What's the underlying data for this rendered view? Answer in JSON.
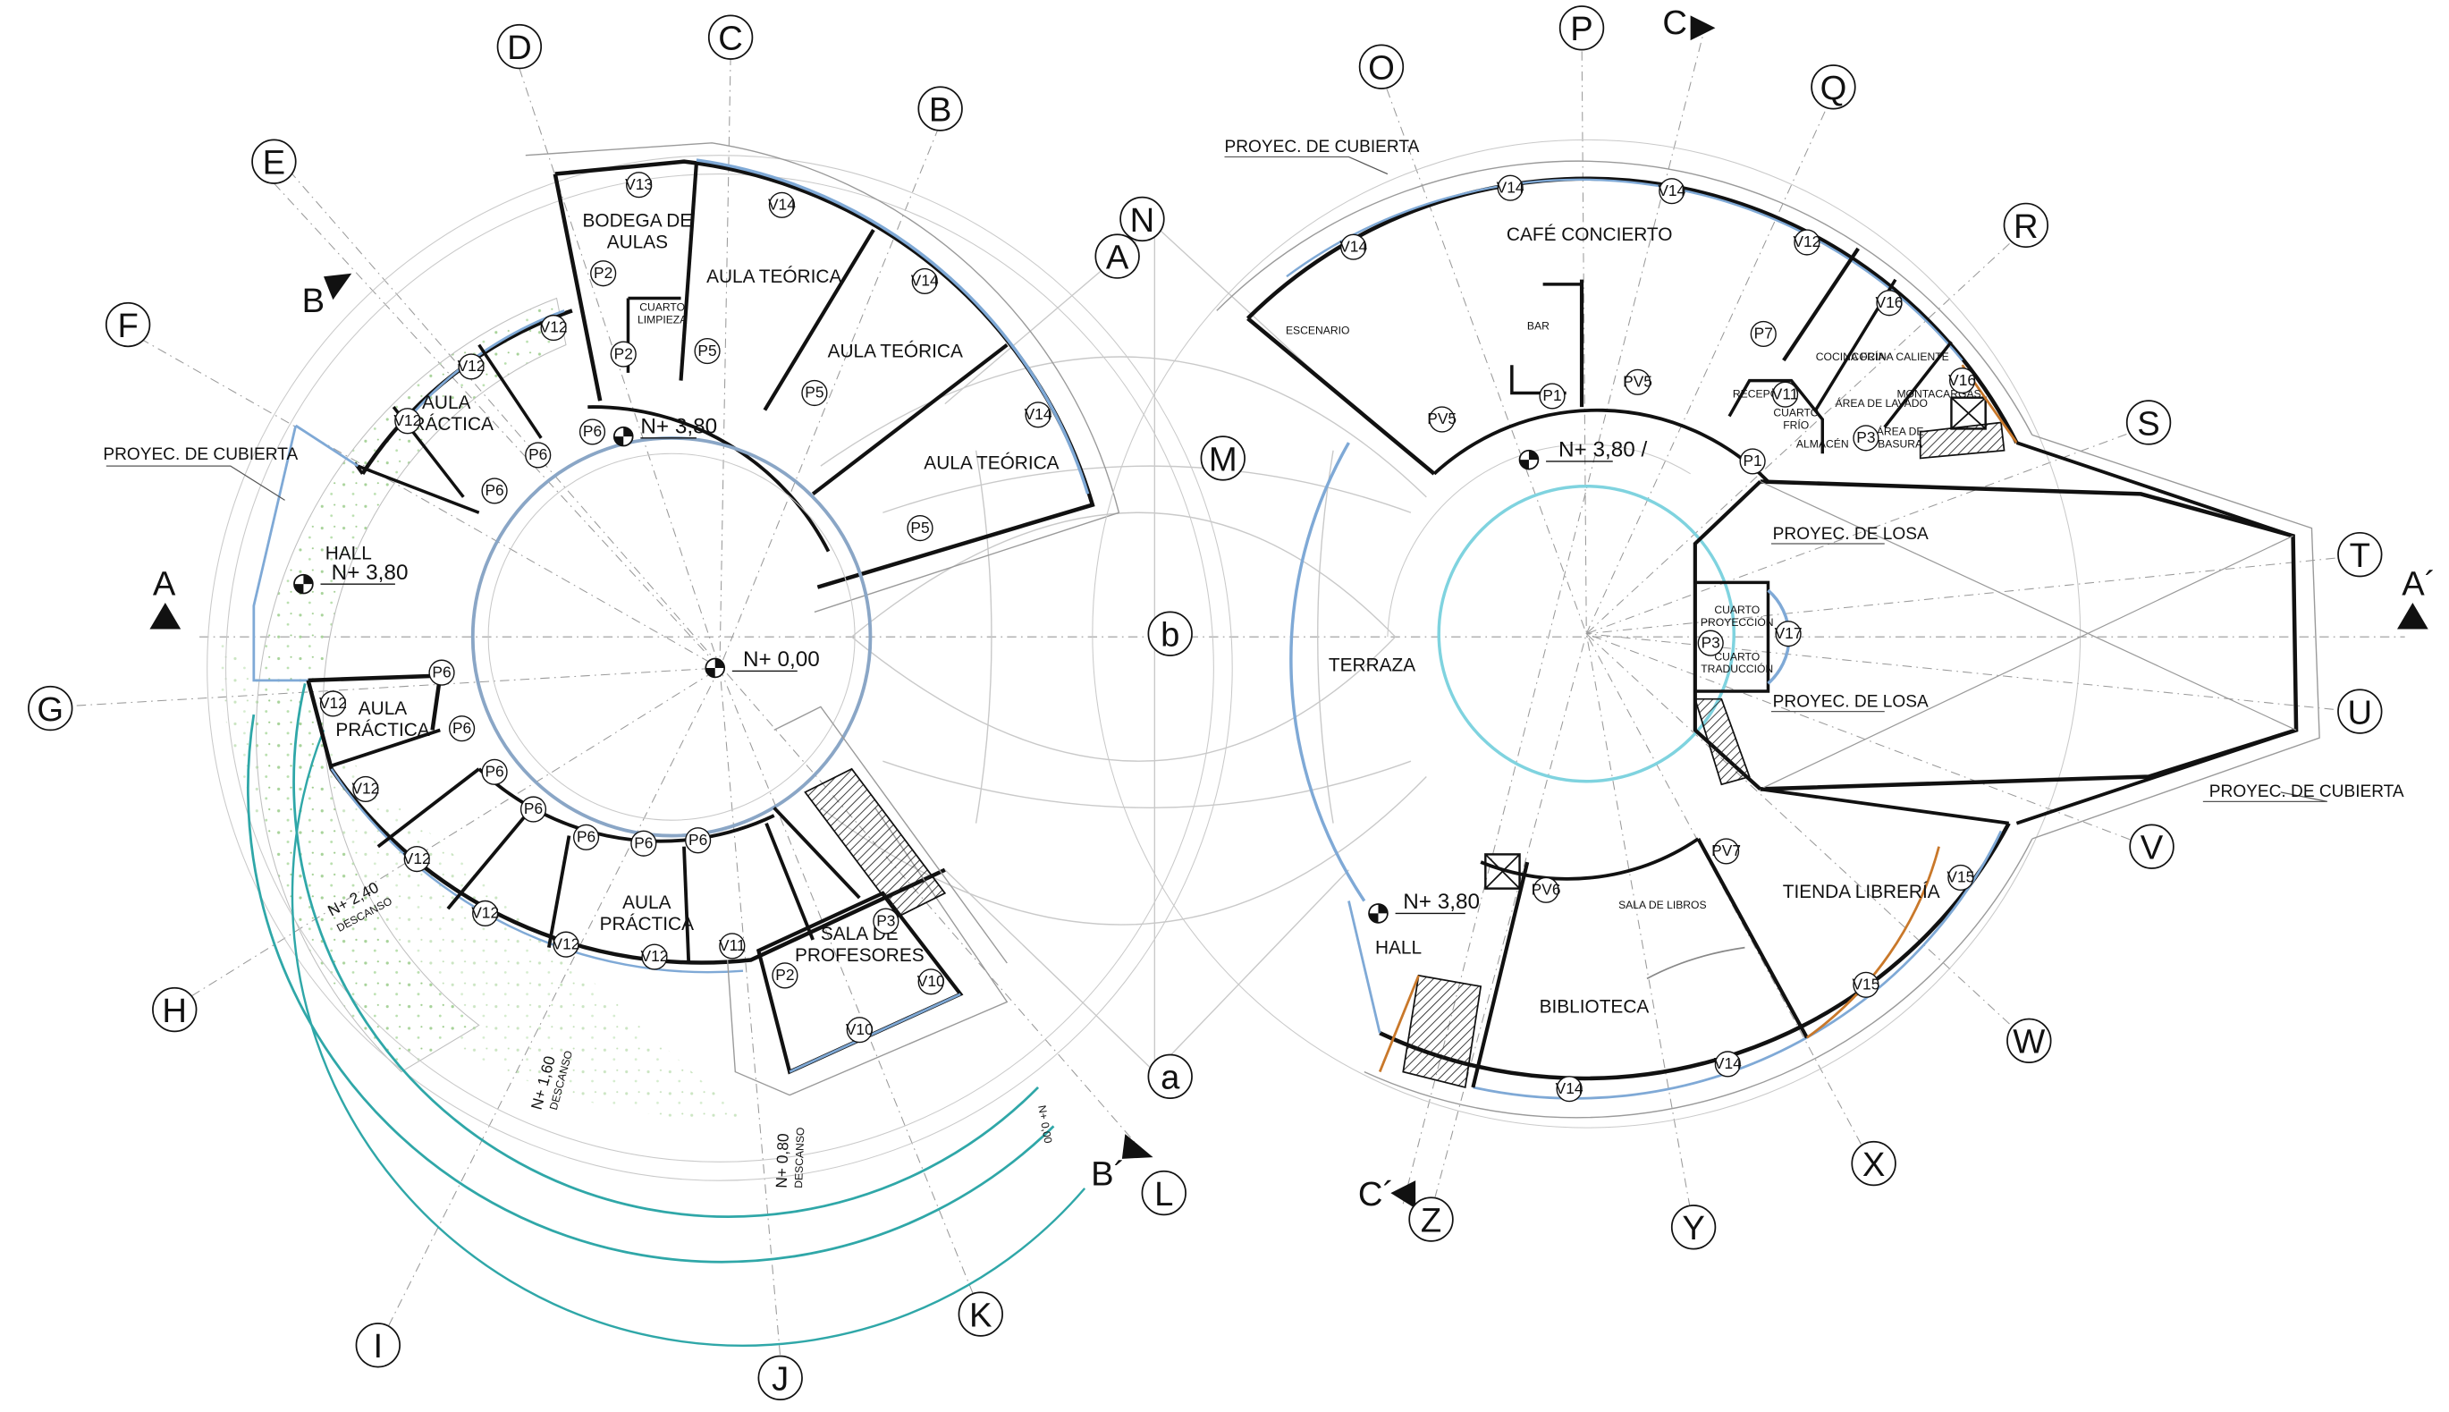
{
  "grid_labels": {
    "A": "A",
    "B": "B",
    "C": "C",
    "D": "D",
    "E": "E",
    "F": "F",
    "G": "G",
    "H": "H",
    "I": "I",
    "J": "J",
    "K": "K",
    "L": "L",
    "M": "M",
    "N": "N",
    "O": "O",
    "P": "P",
    "Q": "Q",
    "R": "R",
    "S": "S",
    "T": "T",
    "U": "U",
    "V": "V",
    "W": "W",
    "X": "X",
    "Y": "Y",
    "Z": "Z",
    "a": "a",
    "b": "b"
  },
  "section_marks": {
    "A": "A",
    "A_prime": "A´",
    "B": "B",
    "B_prime": "B´",
    "C": "C",
    "C_prime": "C´"
  },
  "notes": {
    "proyec_cubierta_left": "PROYEC. DE CUBIERTA",
    "proyec_cubierta_top": "PROYEC. DE CUBIERTA",
    "proyec_cubierta_right": "PROYEC. DE CUBIERTA",
    "proyec_losa_1": "PROYEC. DE LOSA",
    "proyec_losa_2": "PROYEC. DE LOSA"
  },
  "levels": {
    "hall_left": "N+ 3,80",
    "core_left": "N+ 3,80",
    "center": "N+ 0,00",
    "core_right": "N+ 3,80 /",
    "hall_right": "N+ 3,80",
    "ramp_1": "N+ 2,40",
    "ramp_1_sub": "DESCANSO",
    "ramp_2": "N+ 1,60",
    "ramp_2_sub": "DESCANSO",
    "ramp_3": "N+ 0,80",
    "ramp_3_sub": "DESCANSO",
    "ramp_end": "N+ 0,00"
  },
  "rooms": {
    "bodega": "BODEGA DE\nAULAS",
    "cuarto_limpieza": "CUARTO\nLIMPIEZA",
    "aula_teorica_1": "AULA TEÓRICA",
    "aula_teorica_2": "AULA TEÓRICA",
    "aula_teorica_3": "AULA TEÓRICA",
    "aula_practica_1": "AULA\nPRÁCTICA",
    "hall_left": "HALL",
    "aula_practica_2": "AULA\nPRÁCTICA",
    "aula_practica_3": "AULA\nPRÁCTICA",
    "sala_profesores": "SALA DE\nPROFESORES",
    "cafe": "CAFÉ CONCIERTO",
    "escenario": "ESCENARIO",
    "bar": "BAR",
    "recepcion": "RECEPCIÓN",
    "cocina": "COCINA FRÍA",
    "cuarto_frio": "CUARTO\nFRÍO",
    "almacen": "ALMACÉN",
    "terraza": "TERRAZA",
    "cuarto_proyeccion": "CUARTO\nPROYECCIÓN",
    "cuarto_traduccion": "CUARTO\nTRADUCCIÓN",
    "tienda": "TIENDA LIBRERÍA",
    "biblioteca": "BIBLIOTECA",
    "sala_libros": "SALA DE LIBROS",
    "hall_right": "HALL",
    "area_lavado": "ÁREA DE LAVADO",
    "cocina_caliente": "COCINA CALIENTE",
    "montacargas": "MONTACARGAS",
    "area_basura": "ÁREA DE\nBASURA"
  },
  "tags": {
    "V13": "V13",
    "V14": "V14",
    "V12": "V12",
    "V11": "V11",
    "V10": "V10",
    "V15": "V15",
    "V16": "V16",
    "V17": "V17",
    "P1": "P1",
    "P2": "P2",
    "P3": "P3",
    "P5": "P5",
    "P6": "P6",
    "P7": "P7",
    "PV5": "PV5",
    "PV6": "PV6",
    "PV7": "PV7"
  },
  "colors": {
    "wall": "#111111",
    "grid_line": "#9a9a9a",
    "glass": "#7fa9d6",
    "glass_cyan": "#7fd3df",
    "ramp": "#2fa7a8",
    "vegetation": "#b7d9a8",
    "accent_orange": "#c9782a"
  }
}
